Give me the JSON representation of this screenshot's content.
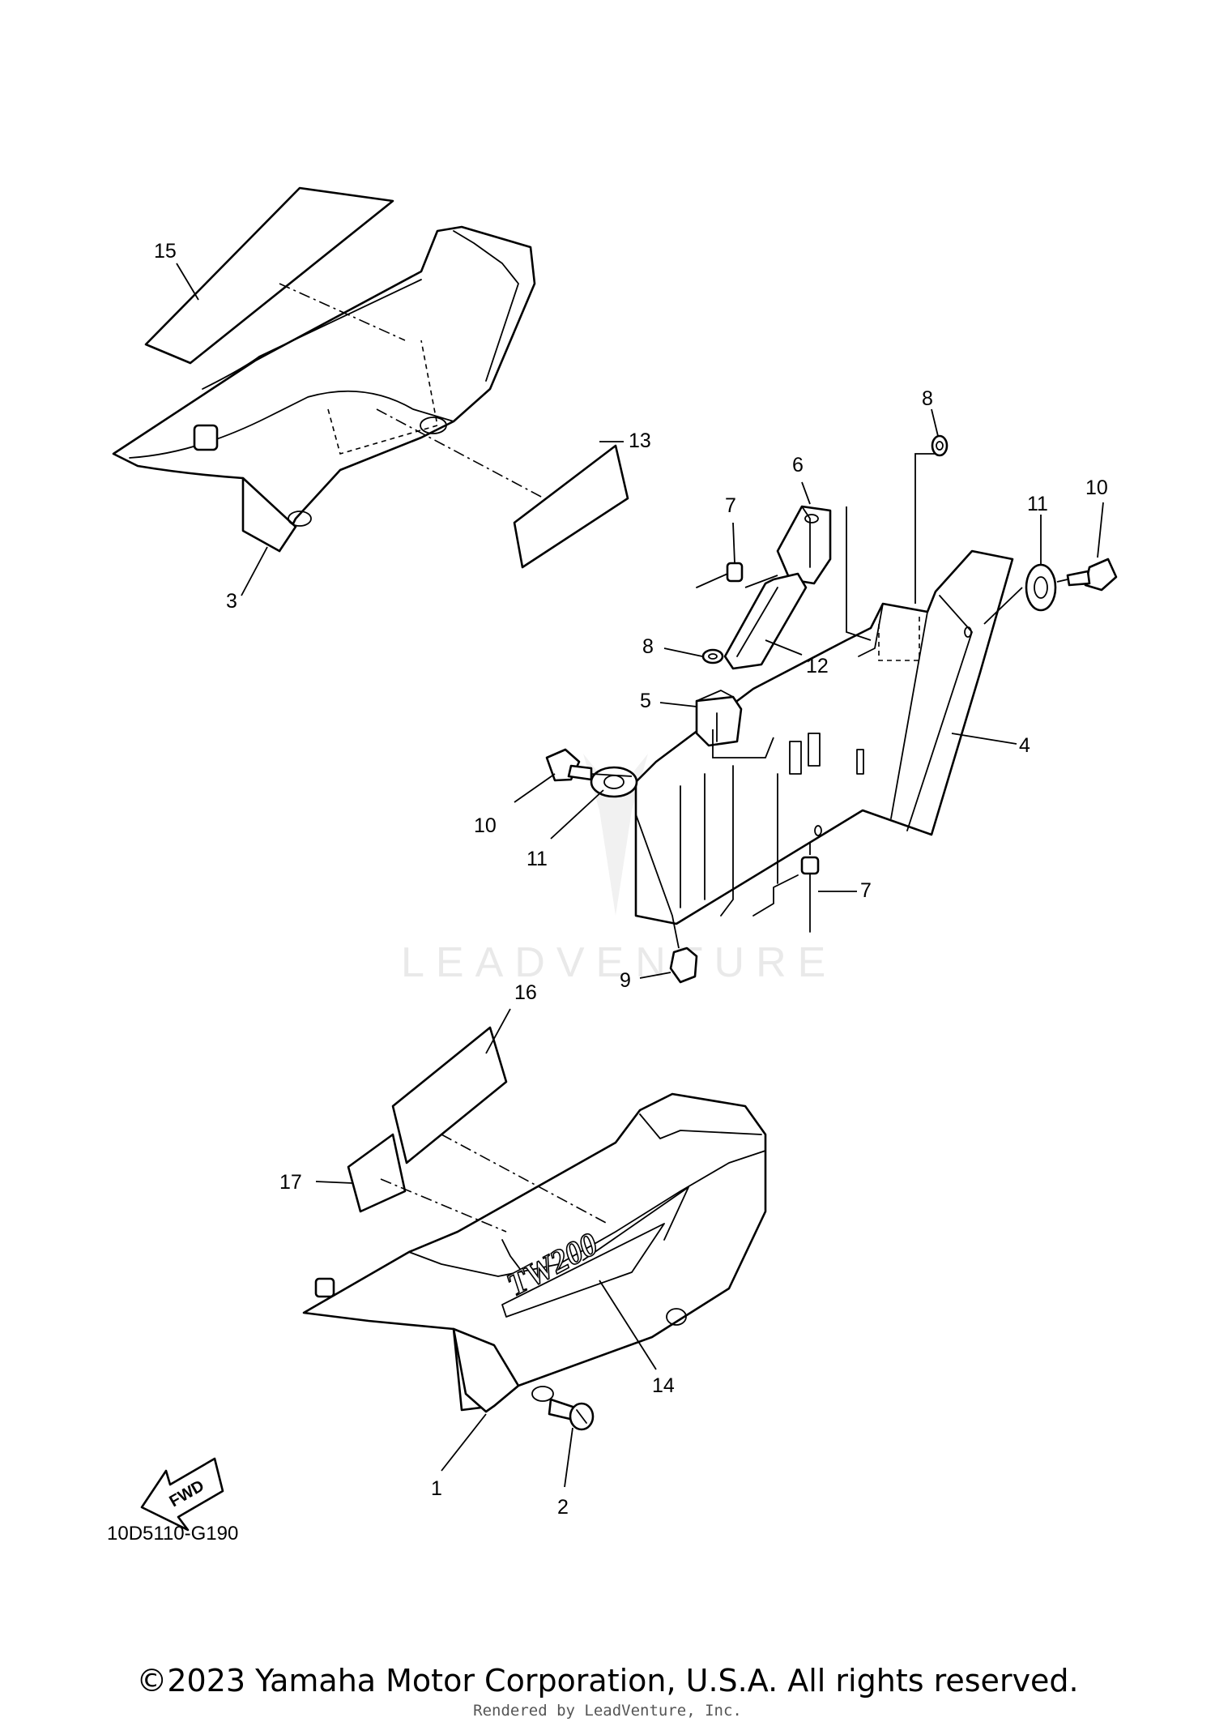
{
  "diagram": {
    "callouts": [
      {
        "id": "c15",
        "label": "15"
      },
      {
        "id": "c3",
        "label": "3"
      },
      {
        "id": "c13",
        "label": "13"
      },
      {
        "id": "c8a",
        "label": "8"
      },
      {
        "id": "c6",
        "label": "6"
      },
      {
        "id": "c7a",
        "label": "7"
      },
      {
        "id": "c11a",
        "label": "11"
      },
      {
        "id": "c10a",
        "label": "10"
      },
      {
        "id": "c8b",
        "label": "8"
      },
      {
        "id": "c12",
        "label": "12"
      },
      {
        "id": "c5",
        "label": "5"
      },
      {
        "id": "c4",
        "label": "4"
      },
      {
        "id": "c10b",
        "label": "10"
      },
      {
        "id": "c11b",
        "label": "11"
      },
      {
        "id": "c7b",
        "label": "7"
      },
      {
        "id": "c9",
        "label": "9"
      },
      {
        "id": "c16",
        "label": "16"
      },
      {
        "id": "c17",
        "label": "17"
      },
      {
        "id": "c14",
        "label": "14"
      },
      {
        "id": "c1",
        "label": "1"
      },
      {
        "id": "c2",
        "label": "2"
      }
    ],
    "fwd_label": "FWD",
    "diagram_code": "10D5110-G190",
    "decal_text": "TW200",
    "watermark": "LEADVENTURE"
  },
  "footer": {
    "copyright": "©2023 Yamaha Motor Corporation, U.S.A. All rights reserved.",
    "rendered_by": "Rendered by LeadVenture, Inc."
  }
}
